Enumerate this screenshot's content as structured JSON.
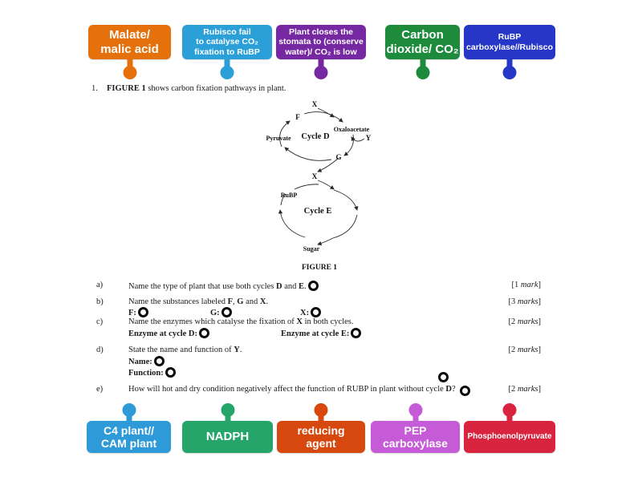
{
  "chips": {
    "top": [
      {
        "label": "Malate/\nmalic acid",
        "color": "#e5710d"
      },
      {
        "label": "Rubisco fail\nto catalyse CO₂\nfixation to RuBP",
        "color": "#2b9fd8"
      },
      {
        "label": "Plant closes the\nstomata to (conserve\nwater)/ CO₂ is low",
        "color": "#7627a2"
      },
      {
        "label": "Carbon\ndioxide/ CO₂",
        "color": "#1e8a3c"
      },
      {
        "label": "RuBP\ncarboxylase//Rubisco",
        "color": "#2637c8"
      }
    ],
    "bottom": [
      {
        "label": "C4 plant//\nCAM plant",
        "color": "#2e9ad8"
      },
      {
        "label": "NADPH",
        "color": "#26a56b"
      },
      {
        "label": "reducing\nagent",
        "color": "#d7480f"
      },
      {
        "label": "PEP\ncarboxylase",
        "color": "#c55bd6"
      },
      {
        "label": "Phosphoenolpyruvate",
        "color": "#d8243e"
      }
    ]
  },
  "worksheet": {
    "intro_number": "1.",
    "intro": [
      {
        "t": "FIGURE 1",
        "b": 1
      },
      {
        "t": " shows carbon fixation pathways in plant."
      }
    ],
    "figure": {
      "x_top": "X",
      "f": "F",
      "pyruvate": "Pyruvate",
      "oxaloacetate": "Oxaloacetate",
      "y": "Y",
      "g": "G",
      "cycle_d": "Cycle D",
      "x_mid": "X",
      "rubp": "RuBP",
      "cycle_e": "Cycle E",
      "sugar": "Sugar",
      "caption": "FIGURE 1"
    },
    "questions": {
      "a": {
        "id": "a)",
        "text": [
          {
            "t": "Name the type of plant that use both cycles "
          },
          {
            "t": "D",
            "b": 1
          },
          {
            "t": " and "
          },
          {
            "t": "E",
            "b": 1
          },
          {
            "t": "."
          }
        ],
        "marks": [
          {
            "t": "[1 "
          },
          {
            "t": "mark",
            "i": 1
          },
          {
            "t": "]"
          }
        ]
      },
      "b": {
        "id": "b)",
        "text": [
          {
            "t": "Name the substances labeled "
          },
          {
            "t": "F",
            "b": 1
          },
          {
            "t": ", "
          },
          {
            "t": "G",
            "b": 1
          },
          {
            "t": " and "
          },
          {
            "t": "X",
            "b": 1
          },
          {
            "t": "."
          }
        ],
        "marks": [
          {
            "t": "[3 "
          },
          {
            "t": "marks",
            "i": 1
          },
          {
            "t": "]"
          }
        ],
        "fields": {
          "f": "F:",
          "g": "G:",
          "x": "X:"
        }
      },
      "c": {
        "id": "c)",
        "text": [
          {
            "t": "Name the enzymes which catalyse the fixation of "
          },
          {
            "t": "X",
            "b": 1
          },
          {
            "t": " in both cycles."
          }
        ],
        "marks": [
          {
            "t": "[2 "
          },
          {
            "t": "marks",
            "i": 1
          },
          {
            "t": "]"
          }
        ],
        "fields": {
          "d": "Enzyme at cycle D:",
          "e": "Enzyme at cycle E:"
        }
      },
      "d": {
        "id": "d)",
        "text": [
          {
            "t": "State the name and function of "
          },
          {
            "t": "Y",
            "b": 1
          },
          {
            "t": "."
          }
        ],
        "marks": [
          {
            "t": "[2 "
          },
          {
            "t": "marks",
            "i": 1
          },
          {
            "t": "]"
          }
        ],
        "fields": {
          "name": "Name:",
          "function": "Function:"
        }
      },
      "e": {
        "id": "e)",
        "text": [
          {
            "t": "How will hot and dry condition negatively affect the function of RUBP in plant without cycle "
          },
          {
            "t": "D",
            "b": 1
          },
          {
            "t": "?"
          }
        ],
        "marks": [
          {
            "t": "[2 "
          },
          {
            "t": "marks",
            "i": 1
          },
          {
            "t": "]"
          }
        ]
      }
    }
  }
}
